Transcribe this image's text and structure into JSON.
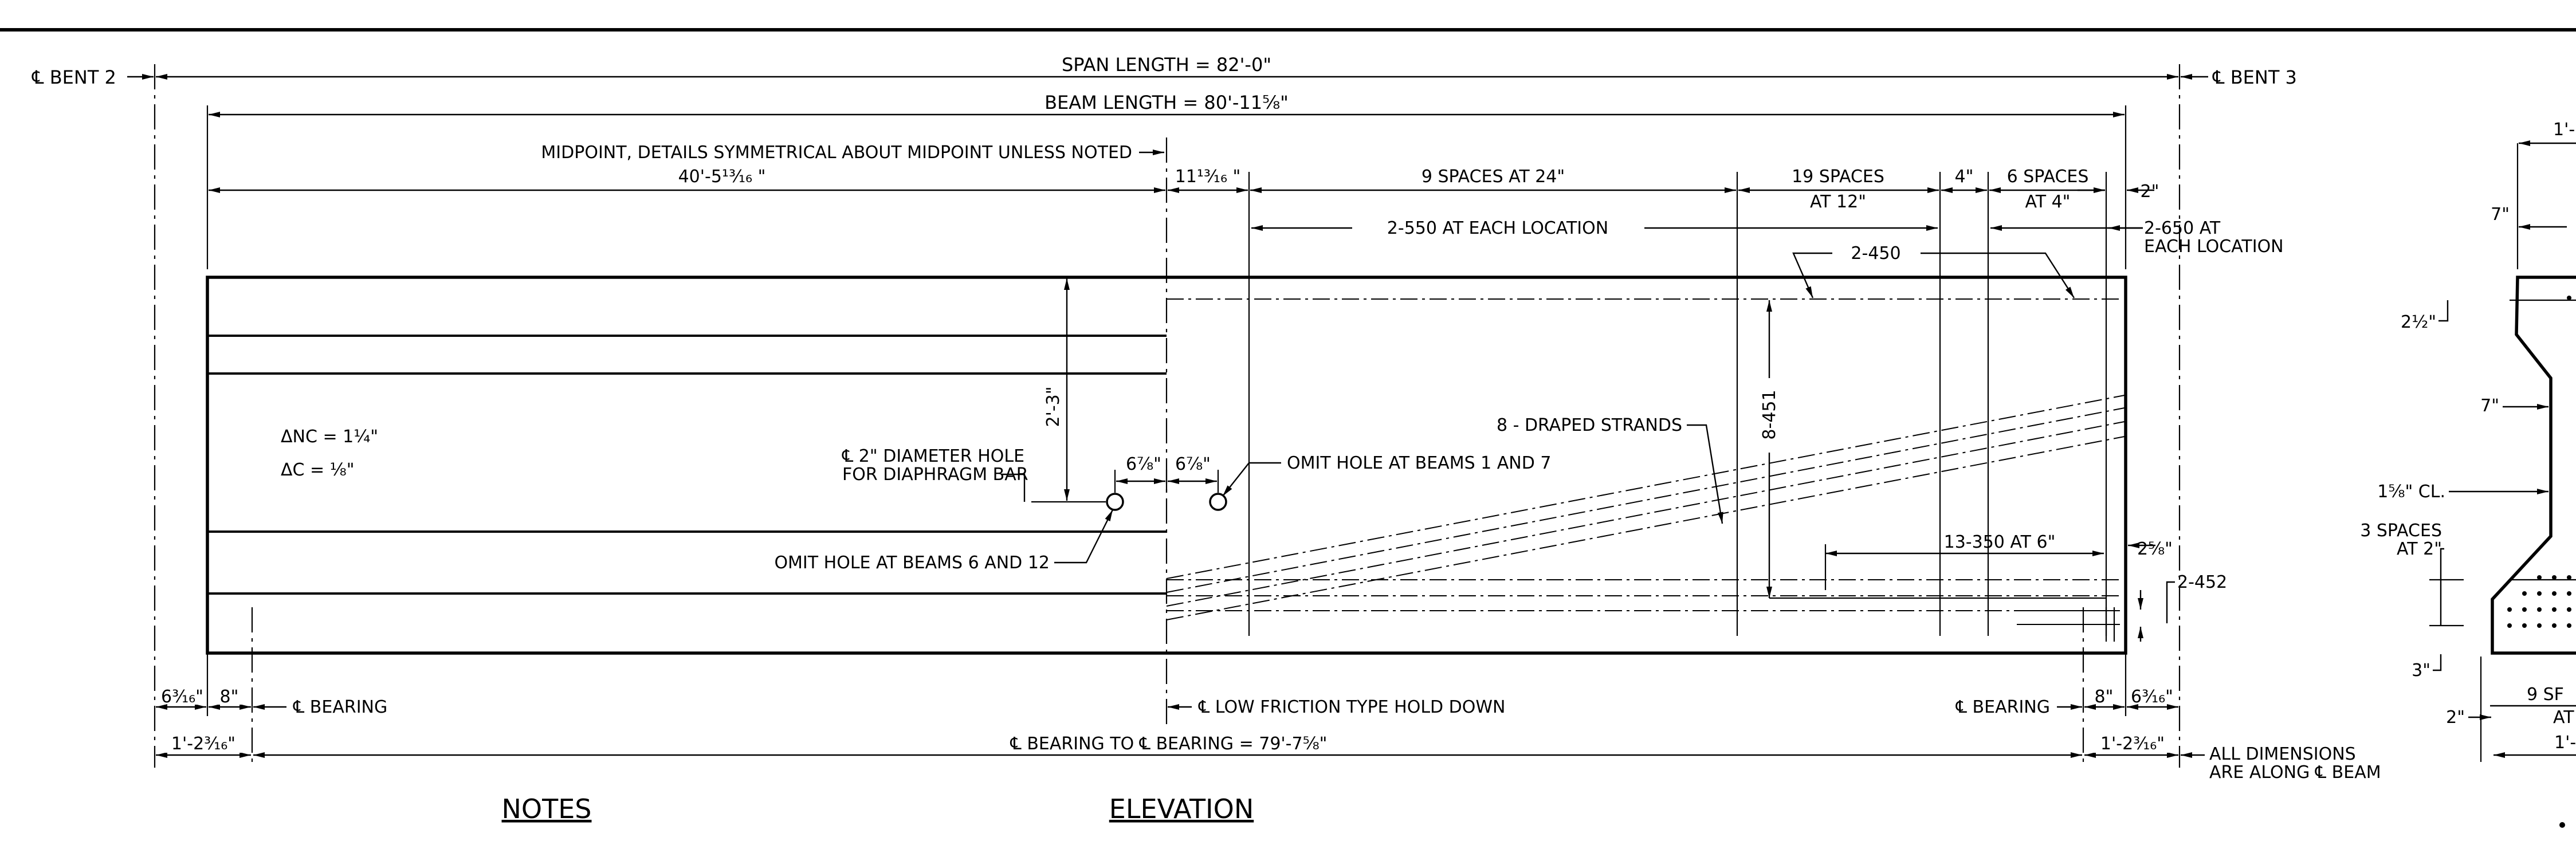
{
  "sheet": {
    "view_titles": {
      "notes": "NOTES",
      "elevation": "ELEVATION"
    }
  },
  "labels": {
    "cl_bent_2": "℄ BENT 2",
    "cl_bent_3": "℄ BENT 3",
    "span_length": "SPAN LENGTH = 82'-0\"",
    "beam_length": "BEAM LENGTH = 80'-11⅝\"",
    "midpoint_note": "MIDPOINT, DETAILS SYMMETRICAL ABOUT MIDPOINT UNLESS NOTED",
    "half_length": "40'-5¹³⁄₁₆ \"",
    "dim_11_13_16": "11¹³⁄₁₆ \"",
    "nine_spaces": "9 SPACES AT 24\"",
    "nineteen_spaces_1": "19 SPACES",
    "nineteen_spaces_2": "AT 12\"",
    "dim_4in": "4\"",
    "six_spaces_1": "6 SPACES",
    "six_spaces_2": "AT 4\"",
    "dim_2in": "2\"",
    "bars_550": "2-550 AT EACH LOCATION",
    "bars_650_1": "2-650 AT",
    "bars_650_2": "EACH LOCATION",
    "bars_450": "2-450",
    "delta_nc": "ΔNC = 1¼\"",
    "delta_c": "ΔC  = ⅛\"",
    "hole_note_1": "℄ 2\" DIAMETER HOLE",
    "hole_note_2": "FOR DIAPHRAGM BAR",
    "dim_6_7_8_a": "6⅞\"",
    "dim_6_7_8_b": "6⅞\"",
    "omit_hole_1_7": "OMIT HOLE AT BEAMS 1 AND 7",
    "omit_hole_6_12": "OMIT HOLE AT BEAMS 6 AND 12",
    "dim_2_3": "2'-3\"",
    "draped_strands": "8 - DRAPED STRANDS",
    "bars_451": "8-451",
    "bars_350": "13-350 AT 6\"",
    "dim_2_5_8": "2⅝\"",
    "bars_452": "2-452",
    "dim_6_3_16_left": "6³⁄₁₆\"",
    "dim_8_left": "8\"",
    "cl_bearing_left": "℄ BEARING",
    "low_friction": "℄ LOW FRICTION TYPE HOLD DOWN",
    "cl_bearing_right": "℄ BEARING",
    "dim_8_right": "8\"",
    "dim_6_3_16_right": "6³⁄₁₆\"",
    "dim_1_2_3_16_left": "1'-2³⁄₁₆\"",
    "bearing_to_bearing": "℄ BEARING TO ℄ BEARING = 79'-7⅝\"",
    "dim_1_2_3_16_right": "1'-2³⁄₁₆\"",
    "all_dims_1": "ALL DIMENSIONS",
    "all_dims_2": "ARE ALONG ℄ BEAM"
  },
  "section_labels": {
    "top_1": "1'-",
    "dim_7": "7\"",
    "dim_2_half": "2½\"",
    "dim_7b": "7\"",
    "clear_cover": "1⅝\" CL.",
    "three_spaces_1": "3 SPACES",
    "three_spaces_2": "AT 2\"",
    "dim_3": "3\"",
    "dim_2b": "2\"",
    "nine_sp_1": "9 SF",
    "nine_sp_2": "AT",
    "bottom_1": "1'-"
  }
}
